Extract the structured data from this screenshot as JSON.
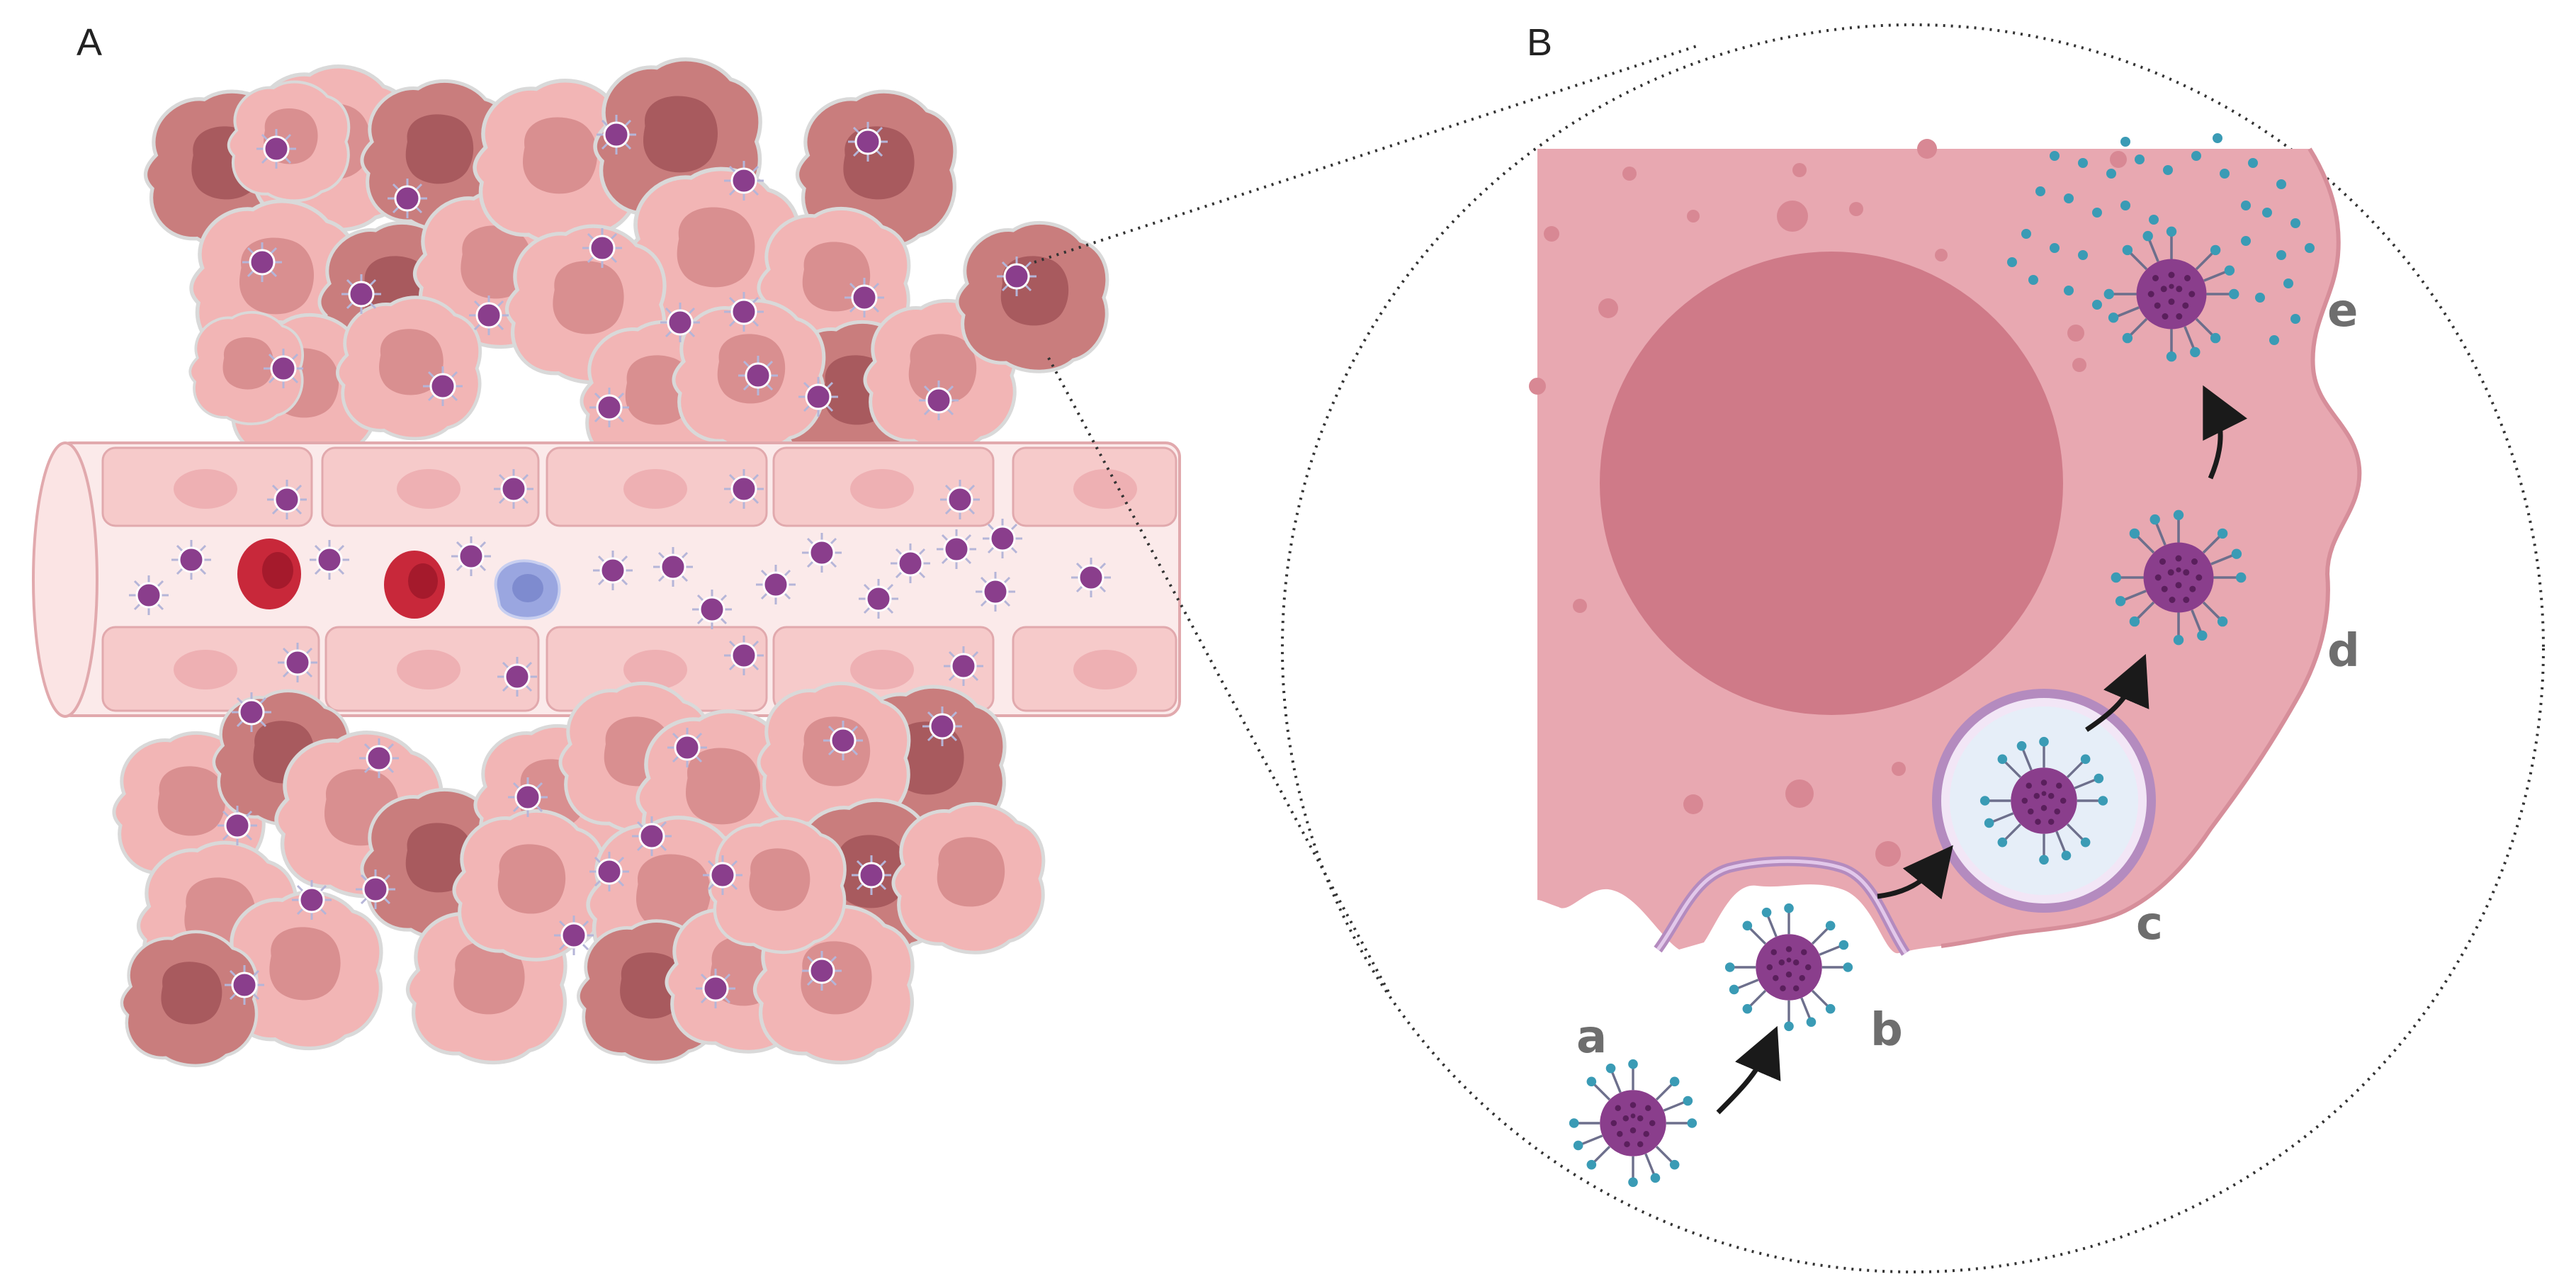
{
  "panels": {
    "a_label": "A",
    "b_label": "B"
  },
  "steps": {
    "a": "a",
    "b": "b",
    "c": "c",
    "d": "d",
    "e": "e"
  },
  "colors": {
    "tumor_cell_light": "#f2b5b5",
    "tumor_cell_dark": "#c97d7d",
    "nucleus_light": "#d98f90",
    "nucleus_dark": "#a85a5e",
    "vessel_wall": "#f6caca",
    "vessel_lumen": "#fbeaea",
    "red_blood_cell": "#c8283a",
    "immune_cell": "#9aa6e0",
    "virus_body": "#8a3e8c",
    "virus_spike": "#3a9bb5",
    "zoom_cell_body": "#e8a8b1",
    "zoom_nucleus": "#cf7a88",
    "endosome_fill": "#e6eef8",
    "membrane": "#b48bbf"
  },
  "icons": [
    "oncolytic-virus-icon",
    "tumor-cell-icon",
    "red-blood-cell-icon",
    "immune-cell-icon",
    "endosome-icon",
    "arrow-icon"
  ]
}
